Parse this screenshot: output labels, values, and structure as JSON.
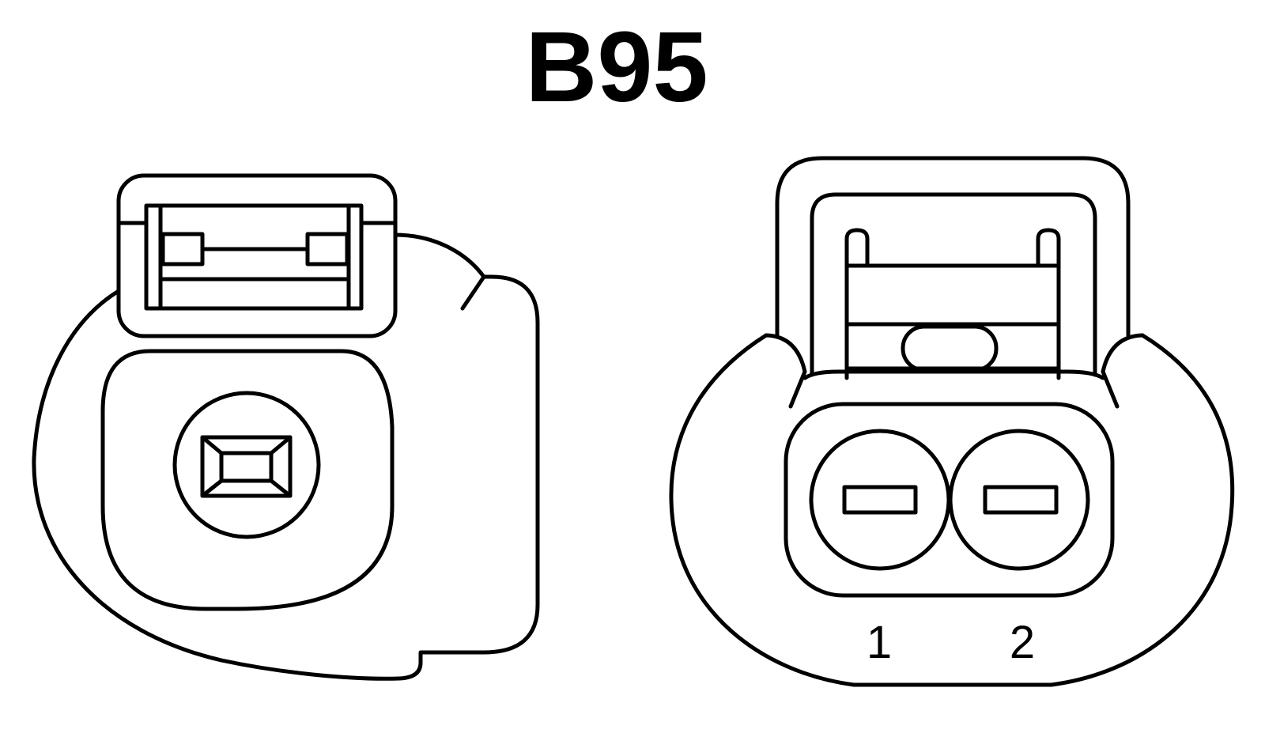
{
  "title": "B95",
  "connectors": [
    {
      "view": "back",
      "pins": []
    },
    {
      "view": "front",
      "pins": [
        {
          "label": "1"
        },
        {
          "label": "2"
        }
      ]
    }
  ],
  "colors": {
    "line": "#000000",
    "background": "#ffffff"
  }
}
